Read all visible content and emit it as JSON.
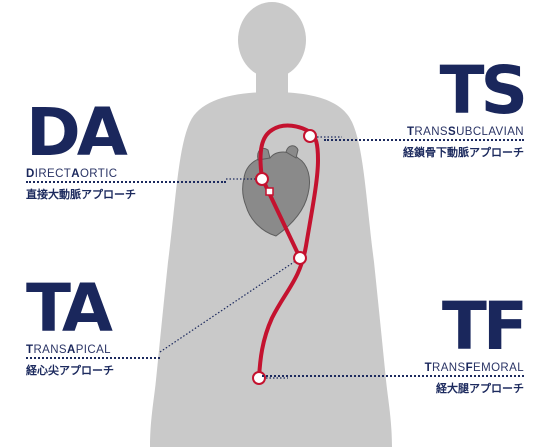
{
  "colors": {
    "silhouette": "#c9c9c9",
    "heart": "#8a8a8a",
    "catheter": "#c4122f",
    "navy": "#1a275c"
  },
  "routes": {
    "da": {
      "abbr": "DA",
      "eng_parts": [
        "D",
        "IRECT",
        "A",
        "ORTIC"
      ],
      "jp": "直接大動脈アプローチ"
    },
    "ta": {
      "abbr": "TA",
      "eng_parts": [
        "T",
        "RANS",
        "A",
        "PICAL"
      ],
      "jp": "経心尖アプローチ"
    },
    "ts": {
      "abbr": "TS",
      "eng_parts": [
        "T",
        "RANS",
        "S",
        "UBCLAVIAN"
      ],
      "jp": "経鎖骨下動脈アプローチ"
    },
    "tf": {
      "abbr": "TF",
      "eng_parts": [
        "T",
        "RANS",
        "F",
        "EMORAL"
      ],
      "jp": "経大腿アプローチ"
    }
  }
}
